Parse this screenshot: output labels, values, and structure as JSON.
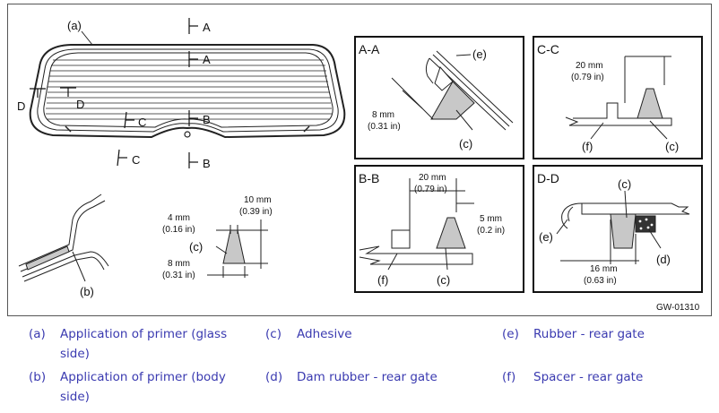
{
  "figure": {
    "code": "GW-01310",
    "main_view": {
      "label_a": "(a)",
      "sec_a_top": "A",
      "sec_a": "A",
      "sec_b": "B",
      "sec_b_bot": "B",
      "sec_c": "C",
      "sec_c_bot": "C",
      "sec_d": "D",
      "sec_d2": "D"
    },
    "detail_b": {
      "label": "(b)"
    },
    "bead": {
      "label": "(c)",
      "width_mm": "8 mm",
      "width_in": "(0.31 in)",
      "top_mm": "4 mm",
      "top_in": "(0.16 in)",
      "height_mm": "10 mm",
      "height_in": "(0.39 in)"
    },
    "section_aa": {
      "title": "A-A",
      "e": "(e)",
      "c": "(c)",
      "dim_mm": "8 mm",
      "dim_in": "(0.31 in)"
    },
    "section_cc": {
      "title": "C-C",
      "dim_mm": "20 mm",
      "dim_in": "(0.79 in)",
      "f": "(f)",
      "c": "(c)"
    },
    "section_bb": {
      "title": "B-B",
      "dim1_mm": "20 mm",
      "dim1_in": "(0.79 in)",
      "dim2_mm": "5 mm",
      "dim2_in": "(0.2 in)",
      "f": "(f)",
      "c": "(c)"
    },
    "section_dd": {
      "title": "D-D",
      "c": "(c)",
      "e": "(e)",
      "d": "(d)",
      "dim_mm": "16 mm",
      "dim_in": "(0.63 in)"
    }
  },
  "legend": [
    {
      "key": "(a)",
      "text": "Application of primer (glass side)"
    },
    {
      "key": "(b)",
      "text": "Application of primer (body side)"
    },
    {
      "key": "(c)",
      "text": "Adhesive"
    },
    {
      "key": "(d)",
      "text": "Dam rubber - rear gate"
    },
    {
      "key": "(e)",
      "text": "Rubber - rear gate"
    },
    {
      "key": "(f)",
      "text": "Spacer - rear gate"
    }
  ],
  "colors": {
    "legend_text": "#3a3ab0",
    "adhesive": "#c8c8c8",
    "dam": "#333333"
  }
}
